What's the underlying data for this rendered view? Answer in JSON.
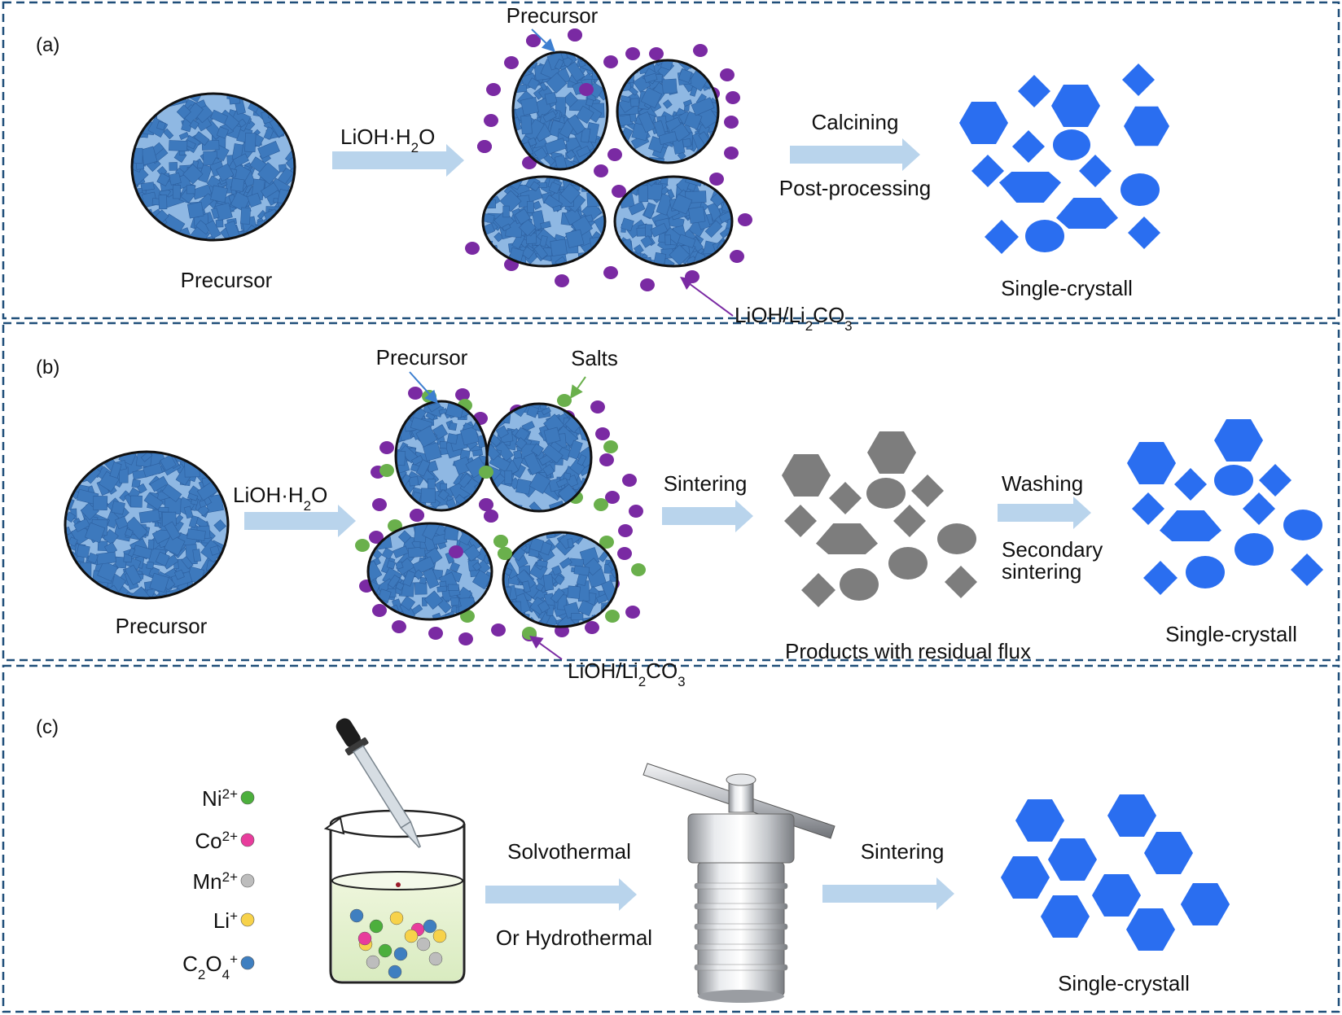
{
  "panels": [
    {
      "tag": "(a)",
      "precursor_label": "Precursor",
      "reagent": "LiOH·H",
      "reagent_sub": "2",
      "reagent_tail": "O",
      "precursor_pointer": "Precursor",
      "lithium_source": "LiOH/Li",
      "lithium_sub": "2",
      "lithium_tail": "CO",
      "lithium_sub2": "3",
      "step_top": "Calcining",
      "step_bottom": "Post-processing",
      "product": "Single-crystall"
    },
    {
      "tag": "(b)",
      "precursor_label": "Precursor",
      "reagent": "LiOH·H",
      "reagent_sub": "2",
      "reagent_tail": "O",
      "precursor_pointer": "Precursor",
      "salts_pointer": "Salts",
      "lithium_source": "LiOH/Li",
      "lithium_sub": "2",
      "lithium_tail": "CO",
      "lithium_sub2": "3",
      "step_sintering": "Sintering",
      "intermediate": "Products with residual flux",
      "step_washing": "Washing",
      "step_secondary_1": "Secondary",
      "step_secondary_2": "sintering",
      "product": "Single-crystall"
    },
    {
      "tag": "(c)",
      "ions": [
        {
          "base": "Ni",
          "sub": "",
          "sup": "2+",
          "color": "#4caf3c"
        },
        {
          "base": "Co",
          "sub": "",
          "sup": "2+",
          "color": "#e83c9c"
        },
        {
          "base": "Mn",
          "sub": "",
          "sup": "2+",
          "color": "#bdbdbd"
        },
        {
          "base": "Li",
          "sub": "",
          "sup": "+",
          "color": "#f7d24a"
        },
        {
          "base": "C",
          "sub": "2",
          "base2": "O",
          "sub2": "4",
          "sup": "+",
          "color": "#3f7fc0"
        }
      ],
      "step_top": "Solvothermal",
      "step_bottom": "Or Hydrothermal",
      "step_sintering": "Sintering",
      "product": "Single-crystall"
    }
  ],
  "colors": {
    "crystal_blue": "#2a6ef0",
    "precursor_blue": "#3d79bd",
    "grain_light": "#8fb8e3",
    "lithium_purple": "#7a2aa3",
    "salt_green": "#6ab04c",
    "flux_gray": "#7d7d7d",
    "arrow_light": "#b9d4ec",
    "border_dash": "#1f4e79"
  },
  "icons": [
    "beaker-icon",
    "dropper-icon",
    "autoclave-icon"
  ]
}
